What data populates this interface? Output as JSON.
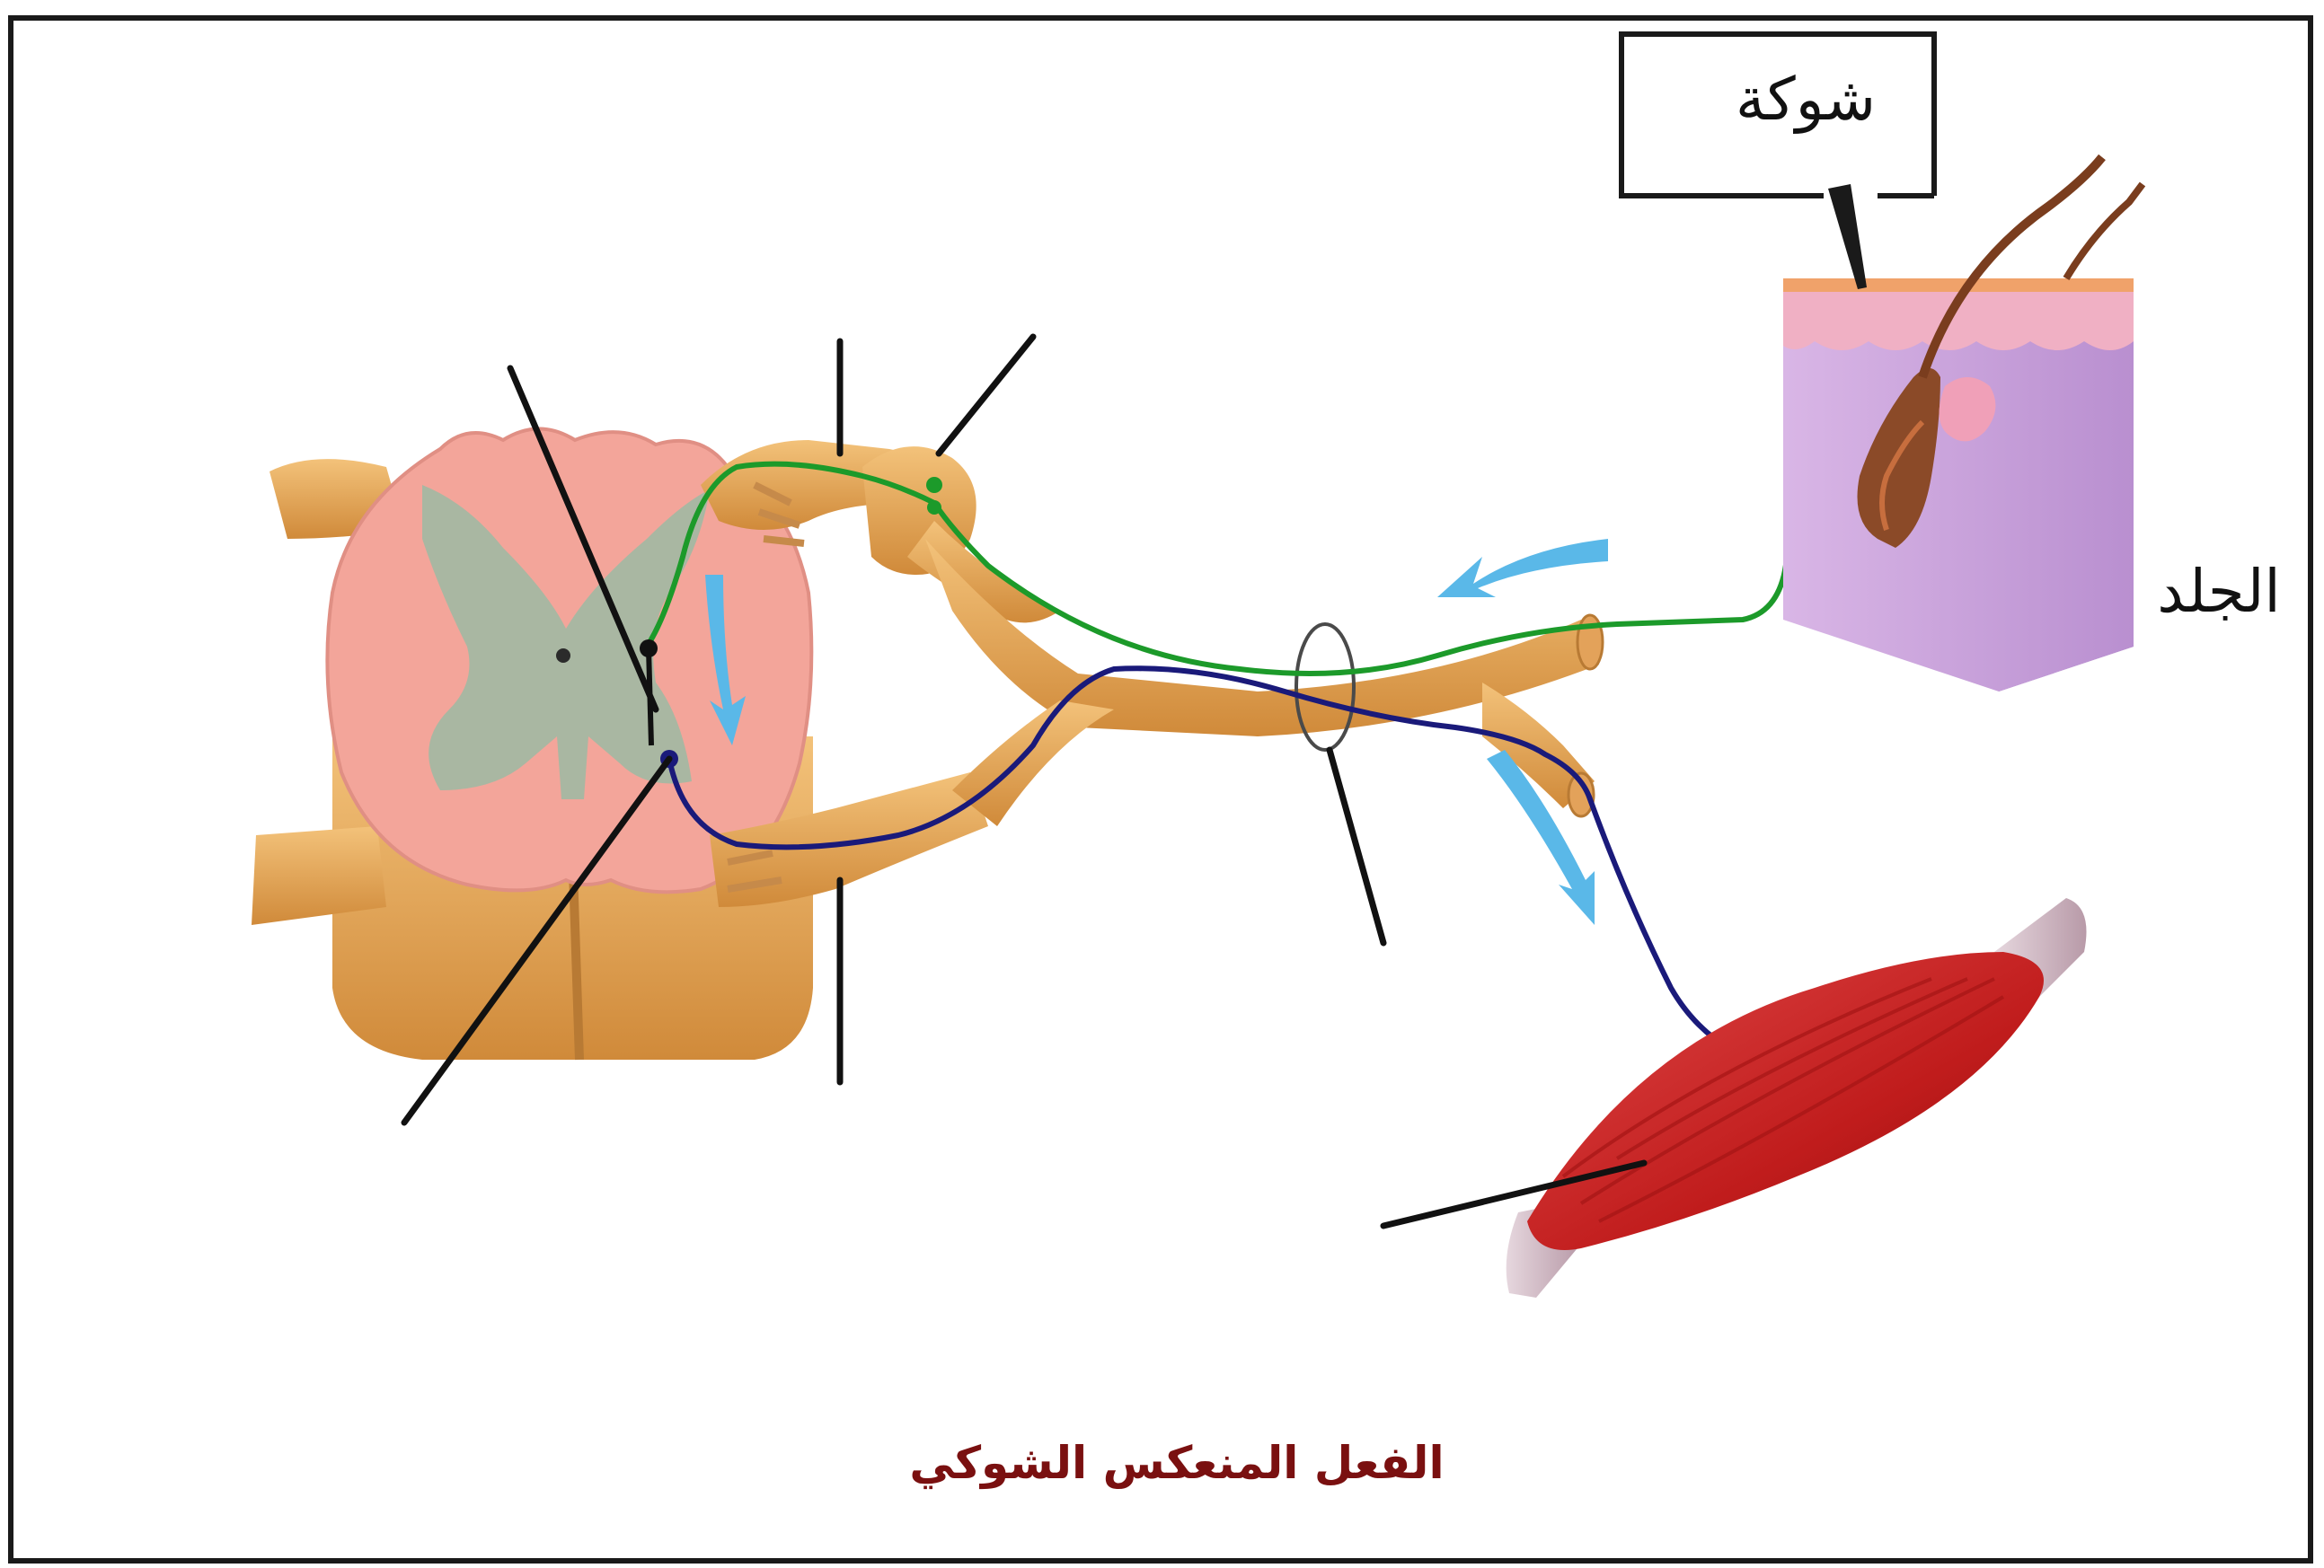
{
  "labels": {
    "spine": "شوكة",
    "skin": "الجلد"
  },
  "caption": "الفعل المنعكس الشوكي"
}
